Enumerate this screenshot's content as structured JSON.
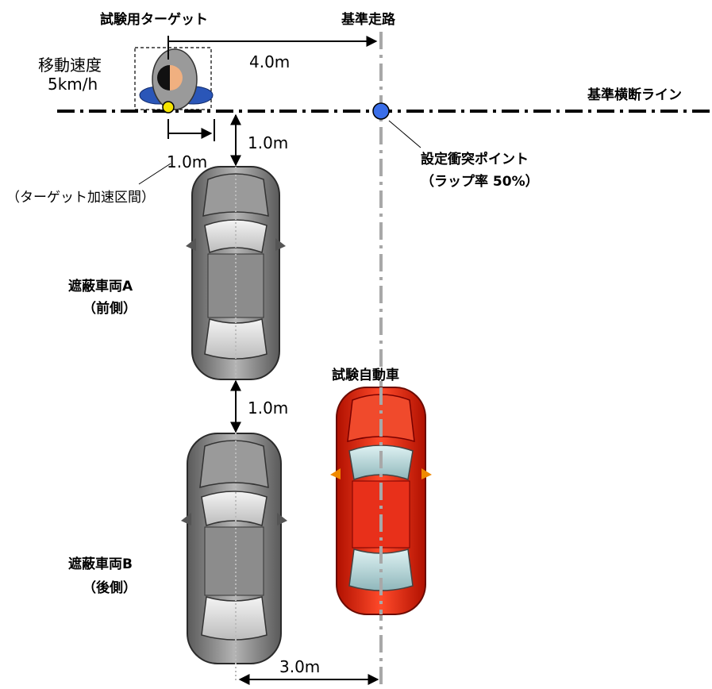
{
  "labels": {
    "target_title": "試験用ターゲット",
    "reference_path": "基準走路",
    "speed_label": "移動速度",
    "speed_value": "5km/h",
    "dist_lateral": "4.0m",
    "reference_crossing_line": "基準横断ライン",
    "dist_gap_top": "1.0m",
    "dist_accel": "1.0m",
    "accel_section": "（ターゲット加速区間）",
    "collision_point": "設定衝突ポイント",
    "overlap_rate": "（ラップ率 50%）",
    "vehicle_a_name": "遮蔽車両A",
    "vehicle_a_pos": "（前側）",
    "test_vehicle": "試験自動車",
    "dist_gap_mid": "1.0m",
    "vehicle_b_name": "遮蔽車両B",
    "vehicle_b_pos": "（後側）",
    "dist_offset": "3.0m"
  },
  "colors": {
    "test_car": "#e8200c",
    "occluding_car": "#8a8a8a",
    "collision_point": "#3a6ee8",
    "target_marker": "#f5e400",
    "target_wings": "#2a56b8",
    "reference_path_line": "#a8a8a8"
  }
}
